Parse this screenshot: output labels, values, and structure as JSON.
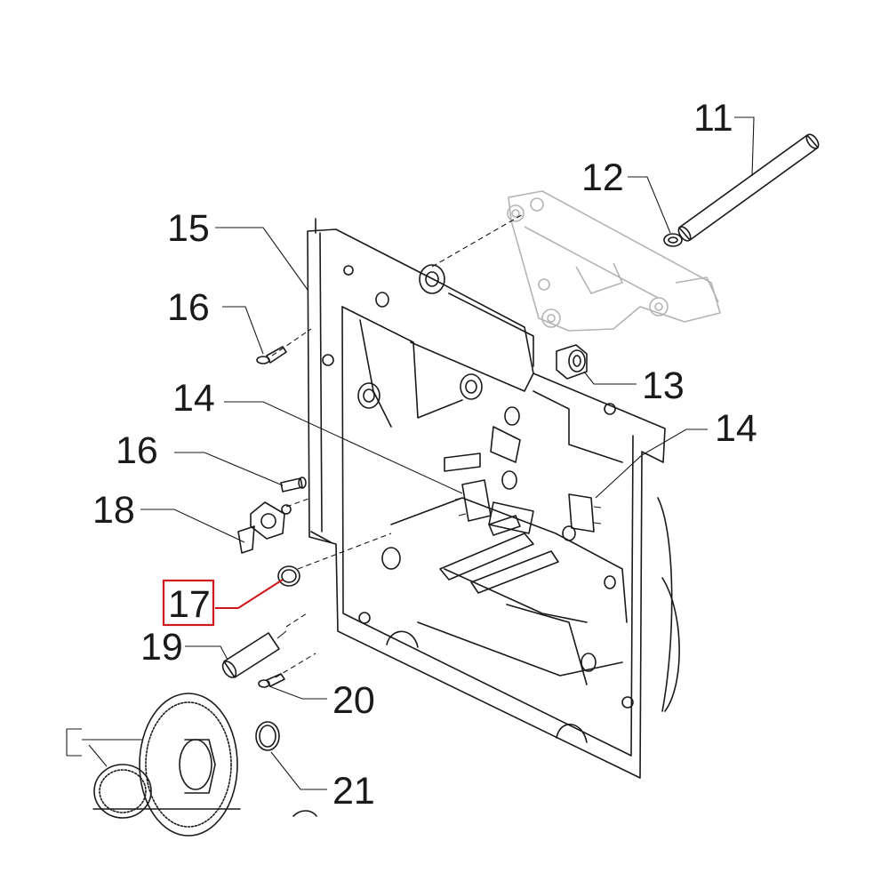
{
  "labels": {
    "p11": "11",
    "p12": "12",
    "p13": "13",
    "p14a": "14",
    "p14b": "14",
    "p15": "15",
    "p16a": "16",
    "p16b": "16",
    "p17": "17",
    "p18": "18",
    "p19": "19",
    "p20": "20",
    "p21": "21"
  },
  "highlight": {
    "part": "17",
    "color": "#d0151b"
  }
}
